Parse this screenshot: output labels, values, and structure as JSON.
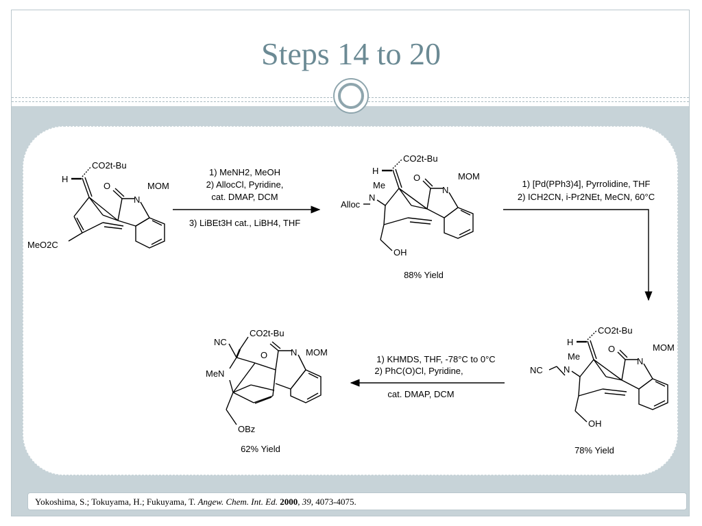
{
  "slide": {
    "title": "Steps 14 to 20"
  },
  "reactions": [
    {
      "conditions": [
        "1) MeNH2, MeOH",
        "2) AllocCl, Pyridine,",
        "cat. DMAP, DCM",
        "3) LiBEt3H cat., LiBH4, THF"
      ]
    },
    {
      "conditions": [
        "1) [Pd(PPh3)4], Pyrrolidine, THF",
        "2) ICH2CN, i-Pr2NEt, MeCN, 60°C"
      ]
    },
    {
      "conditions": [
        "1) KHMDS, THF, -78°C to 0°C",
        "2) PhC(O)Cl, Pyridine,",
        "cat. DMAP, DCM"
      ]
    }
  ],
  "molecules": {
    "start": {
      "labels": [
        "CO2t-Bu",
        "H",
        "O",
        "N",
        "MOM",
        "MeO2C"
      ]
    },
    "product1": {
      "labels": [
        "CO2t-Bu",
        "H",
        "Me",
        "O",
        "N",
        "MOM",
        "Alloc",
        "N",
        "OH"
      ],
      "yield": "88% Yield"
    },
    "product2": {
      "labels": [
        "CO2t-Bu",
        "H",
        "Me",
        "O",
        "N",
        "MOM",
        "NC",
        "N",
        "OH"
      ],
      "yield": "78% Yield"
    },
    "product3": {
      "labels": [
        "CO2t-Bu",
        "NC",
        "O",
        "N",
        "MOM",
        "MeN",
        "OBz"
      ],
      "yield": "62% Yield"
    }
  },
  "citation": {
    "authors": "Yokoshima, S.; Tokuyama, H.; Fukuyama, T.",
    "journal": "Angew. Chem. Int. Ed.",
    "year": "2000",
    "volume": "39",
    "pages": "4073-4075."
  },
  "colors": {
    "title": "#6b8a94",
    "band": "#c7d3d8",
    "ring": "#8ea5ad"
  }
}
